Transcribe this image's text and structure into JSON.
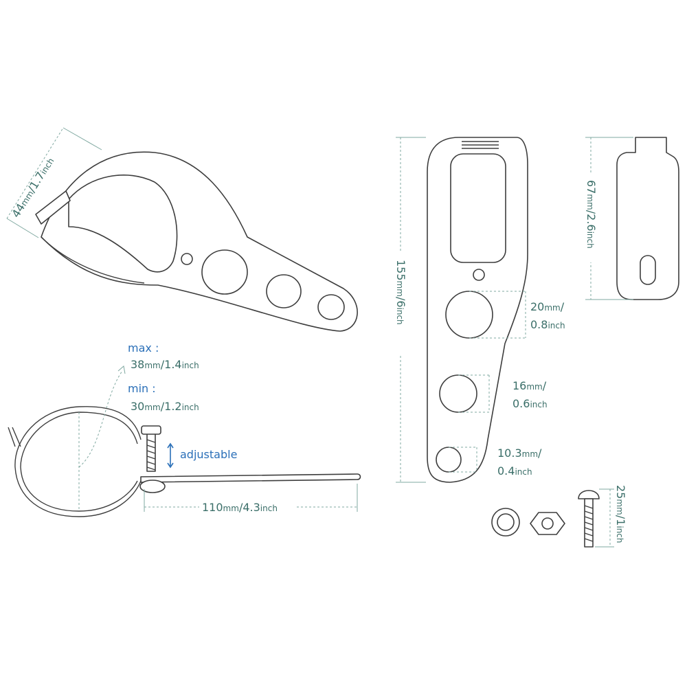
{
  "colors": {
    "line": "#3d3d3d",
    "dimension_text": "#3a6e68",
    "dimension_line": "#7fa8a0",
    "accent_blue": "#2a6fb8"
  },
  "bracket_width": {
    "value": "44",
    "unit": "mm",
    "sep": "/",
    "value2": "1.7",
    "unit2": "inch"
  },
  "clamp_range": {
    "max_label": "max :",
    "max_value": "38",
    "max_unit": "mm",
    "max_sep": "/",
    "max_value2": "1.4",
    "max_unit2": "inch",
    "min_label": "min :",
    "min_value": "30",
    "min_unit": "mm",
    "min_sep": "/",
    "min_value2": "1.2",
    "min_unit2": "inch",
    "adjustable": "adjustable"
  },
  "clamp_length": {
    "value": "110",
    "unit": "mm",
    "sep": "/",
    "value2": "4.3",
    "unit2": "inch"
  },
  "plate_length": {
    "value": "155",
    "unit": "mm",
    "sep": "/",
    "value2": "6",
    "unit2": "inch"
  },
  "tab_length": {
    "value": "67",
    "unit": "mm",
    "sep": "/",
    "value2": "2.6",
    "unit2": "inch"
  },
  "holes": [
    {
      "value": "20",
      "unit": "mm",
      "sep": "/",
      "value2": "0.8",
      "unit2": "inch"
    },
    {
      "value": "16",
      "unit": "mm",
      "sep": "/",
      "value2": "0.6",
      "unit2": "inch"
    },
    {
      "value": "10.3",
      "unit": "mm",
      "sep": "/",
      "value2": "0.4",
      "unit2": "inch"
    }
  ],
  "screw_length": {
    "value": "25",
    "unit": "mm",
    "sep": "/",
    "value2": "1",
    "unit2": "inch"
  }
}
